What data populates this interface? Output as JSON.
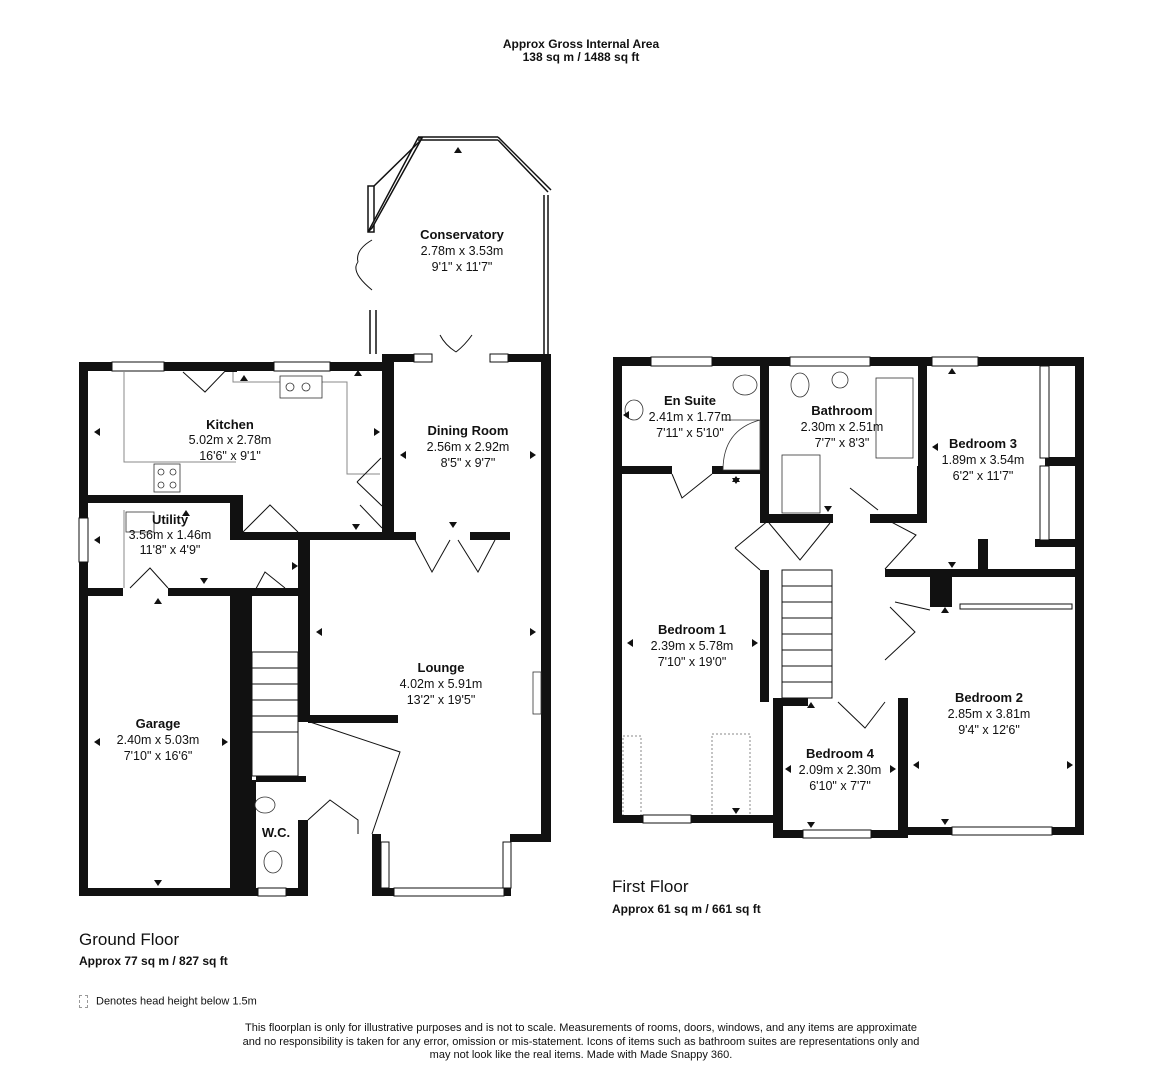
{
  "header": {
    "line1": "Approx Gross Internal Area",
    "line2": "138 sq m / 1488 sq ft"
  },
  "ground_floor": {
    "title": "Ground Floor",
    "area": "Approx 77 sq m / 827 sq ft",
    "rooms": [
      {
        "name": "Conservatory",
        "metric": "2.78m x 3.53m",
        "imperial": "9'1\" x 11'7\""
      },
      {
        "name": "Kitchen",
        "metric": "5.02m x 2.78m",
        "imperial": "16'6\" x 9'1\""
      },
      {
        "name": "Dining Room",
        "metric": "2.56m x 2.92m",
        "imperial": "8'5\" x 9'7\""
      },
      {
        "name": "Utility",
        "metric": "3.56m x 1.46m",
        "imperial": "11'8\" x 4'9\""
      },
      {
        "name": "Lounge",
        "metric": "4.02m x 5.91m",
        "imperial": "13'2\" x 19'5\""
      },
      {
        "name": "Garage",
        "metric": "2.40m x 5.03m",
        "imperial": "7'10\" x 16'6\""
      },
      {
        "name": "W.C.",
        "metric": "",
        "imperial": ""
      }
    ]
  },
  "first_floor": {
    "title": "First Floor",
    "area": "Approx 61 sq m / 661 sq ft",
    "rooms": [
      {
        "name": "En Suite",
        "metric": "2.41m x 1.77m",
        "imperial": "7'11\" x 5'10\""
      },
      {
        "name": "Bathroom",
        "metric": "2.30m x 2.51m",
        "imperial": "7'7\" x 8'3\""
      },
      {
        "name": "Bedroom 3",
        "metric": "1.89m x 3.54m",
        "imperial": "6'2\" x 11'7\""
      },
      {
        "name": "Bedroom 1",
        "metric": "2.39m x 5.78m",
        "imperial": "7'10\" x 19'0\""
      },
      {
        "name": "Bedroom 2",
        "metric": "2.85m x 3.81m",
        "imperial": "9'4\" x 12'6\""
      },
      {
        "name": "Bedroom 4",
        "metric": "2.09m x 2.30m",
        "imperial": "6'10\" x 7'7\""
      }
    ]
  },
  "legend": {
    "text": "Denotes head height below 1.5m"
  },
  "disclaimer": {
    "line1": "This floorplan is only for illustrative purposes and is not to scale. Measurements of rooms, doors, windows, and any items are approximate",
    "line2": "and no responsibility is taken for any error, omission or mis-statement. Icons of items such as bathroom suites are representations only and",
    "line3": "may not look like the real items. Made with Made Snappy 360."
  }
}
